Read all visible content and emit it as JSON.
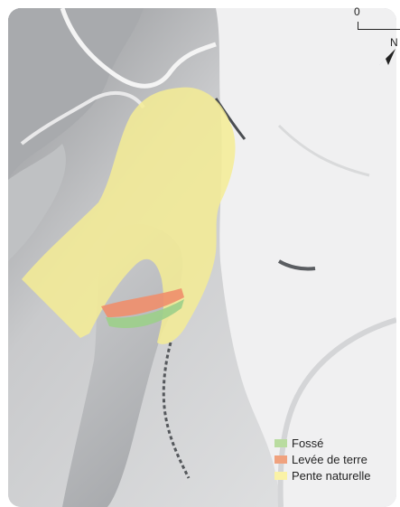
{
  "scale": {
    "zero_label": "0"
  },
  "north": {
    "label": "N"
  },
  "legend": {
    "items": [
      {
        "label": "Fossé",
        "color": "#b9dca0"
      },
      {
        "label": "Levée de terre",
        "color": "#f0a27e"
      },
      {
        "label": "Pente naturelle",
        "color": "#faf2a6"
      }
    ]
  },
  "colors": {
    "terrain": "#d9dadc",
    "plateau": "#ececec",
    "slope_overlay": "#f4ec94",
    "ditch": "#9ccf8a",
    "bank": "#ef8e6c"
  }
}
